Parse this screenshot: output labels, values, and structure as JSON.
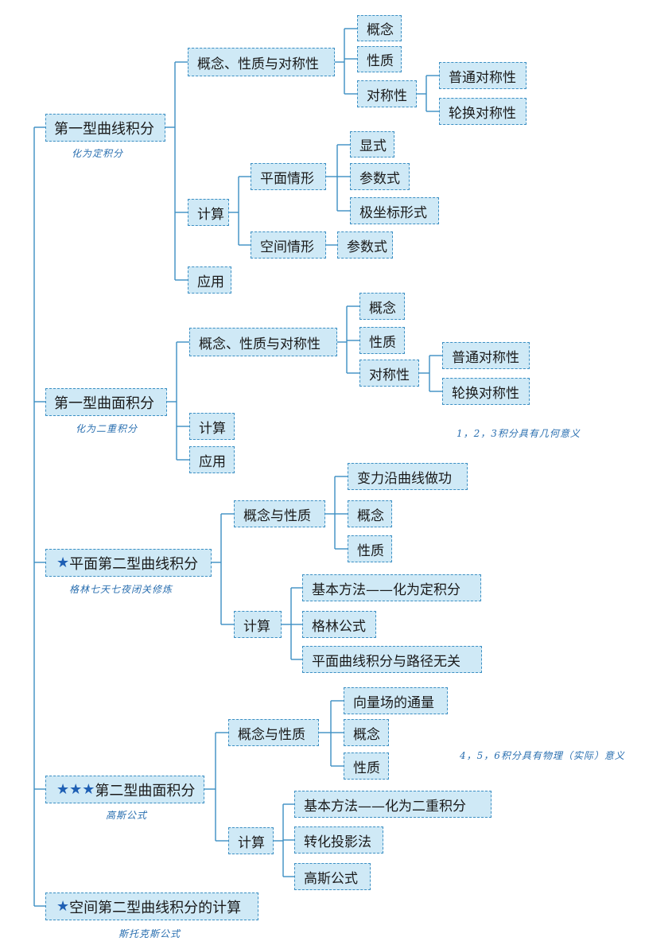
{
  "colors": {
    "accent": "#3c8fc3",
    "box_fill": "#cfe9f6",
    "line": "#3c8fc3",
    "note": "#2a6fb0"
  },
  "branches": {
    "b1": {
      "title": "第一型曲线积分",
      "note": "化为定积分",
      "concept": "概念、性质与对称性",
      "concept_items": [
        "概念",
        "性质",
        "对称性"
      ],
      "symmetry": [
        "普通对称性",
        "轮换对称性"
      ],
      "calc": "计算",
      "plane": "平面情形",
      "plane_items": [
        "显式",
        "参数式",
        "极坐标形式"
      ],
      "space": "空间情形",
      "space_item": "参数式",
      "app": "应用"
    },
    "b2": {
      "title": "第一型曲面积分",
      "note": "化为二重积分",
      "concept": "概念、性质与对称性",
      "concept_items": [
        "概念",
        "性质",
        "对称性"
      ],
      "symmetry": [
        "普通对称性",
        "轮换对称性"
      ],
      "calc": "计算",
      "app": "应用"
    },
    "b3": {
      "stars": "★",
      "title": "平面第二型曲线积分",
      "note": "格林七天七夜闭关修炼",
      "concept": "概念与性质",
      "concept_items": [
        "变力沿曲线做功",
        "概念",
        "性质"
      ],
      "calc": "计算",
      "calc_items": [
        "基本方法——化为定积分",
        "格林公式",
        "平面曲线积分与路径无关"
      ]
    },
    "b4": {
      "stars": "★★★",
      "title": "第二型曲面积分",
      "note": "高斯公式",
      "concept": "概念与性质",
      "concept_items": [
        "向量场的通量",
        "概念",
        "性质"
      ],
      "calc": "计算",
      "calc_items": [
        "基本方法——化为二重积分",
        "转化投影法",
        "高斯公式"
      ]
    },
    "b5": {
      "stars": "★",
      "title": "空间第二型曲线积分的计算",
      "note": "斯托克斯公式"
    }
  },
  "side_notes": {
    "n1": "1，2，3积分具有几何意义",
    "n2": "4，5，6积分具有物理（实际）意义"
  }
}
